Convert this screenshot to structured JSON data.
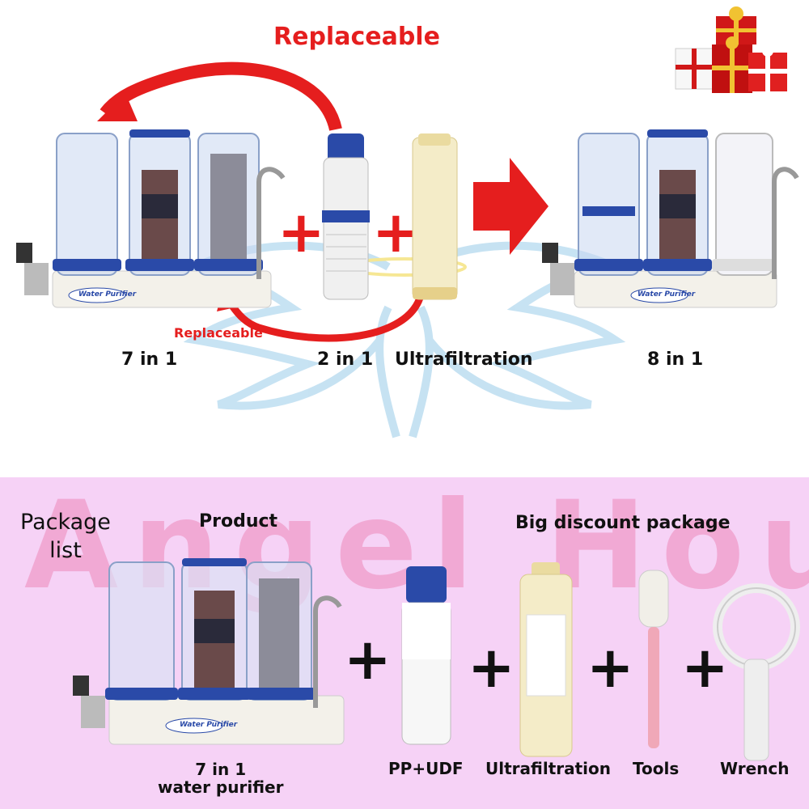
{
  "top": {
    "replaceable_top": "Replaceable",
    "replaceable_bottom": "Replaceable",
    "label_7in1": "7 in 1",
    "label_2in1": "2 in 1",
    "label_uf": "Ultrafiltration",
    "label_8in1": "8 in 1",
    "purifier_badge": "Water Purifier",
    "plus": "+"
  },
  "bottom": {
    "package_list": "Package\nlist",
    "product": "Product",
    "discount": "Big discount package",
    "watermark": "Angel House",
    "item_purifier": "7 in 1\nwater purifier",
    "item_ppudf": "PP+UDF",
    "item_uf": "Ultrafiltration",
    "item_tools": "Tools",
    "item_wrench": "Wrench",
    "purifier_badge": "Water Purifier",
    "plus": "+"
  },
  "colors": {
    "accent_red": "#e51e1e",
    "bottom_bg": "#f6d2f6",
    "filter_blue": "#2a4aa8"
  },
  "icons": [
    "gift-boxes-icon",
    "wings-icon",
    "red-arrow-icon",
    "curved-arrow-icon"
  ]
}
